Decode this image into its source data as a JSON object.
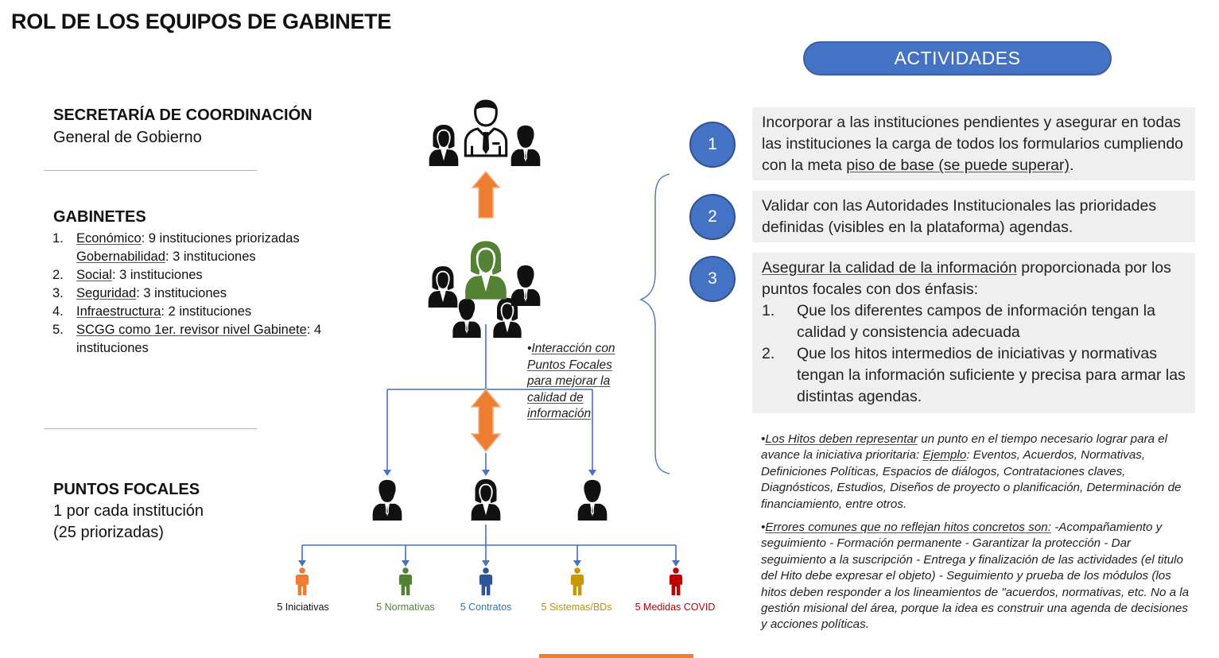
{
  "title": "ROL DE LOS EQUIPOS DE GABINETE",
  "secretaria": {
    "heading": "SECRETARÍA DE COORDINACIÓN",
    "subheading": "General de Gobierno"
  },
  "gabinetes": {
    "heading": "GABINETES",
    "items": [
      {
        "num": "1.",
        "link": "Económico",
        "rest": ": 9 instituciones priorizadas"
      },
      {
        "num": "",
        "link": "Gobernabilidad",
        "rest": ": 3 instituciones"
      },
      {
        "num": "2.",
        "link": "Social",
        "rest": ": 3 instituciones"
      },
      {
        "num": "3.",
        "link": "Seguridad",
        "rest": ": 3 instituciones"
      },
      {
        "num": "4.",
        "link": "Infraestructura",
        "rest": ": 2 instituciones"
      },
      {
        "num": "5.",
        "link": "SCGG como 1er. revisor nivel Gabinete",
        "rest": ": 4 instituciones"
      }
    ]
  },
  "puntos_focales": {
    "heading": "PUNTOS FOCALES",
    "line1": "1 por cada institución",
    "line2": "(25 priorizadas)"
  },
  "side_note": {
    "bullet": "•",
    "text": "Interacción con Puntos Focales para mejorar la calidad de información"
  },
  "legend": [
    {
      "label": "5 Iniciativas",
      "color": "#ed7d31",
      "text_color": "#222222"
    },
    {
      "label": "5 Normativas",
      "color": "#548235",
      "text_color": "#548235"
    },
    {
      "label": "5 Contratos",
      "color": "#2e5597",
      "text_color": "#2e75b6"
    },
    {
      "label": "5 Sistemas/BDs",
      "color": "#c99700",
      "text_color": "#bf9000"
    },
    {
      "label": "5 Medidas COVID",
      "color": "#c00000",
      "text_color": "#c00000"
    }
  ],
  "actividades": {
    "pill": "ACTIVIDADES",
    "items": [
      {
        "num": "1",
        "text_a": "Incorporar a las instituciones pendientes y asegurar en todas las instituciones la carga de todos los formularios cumpliendo con la meta ",
        "text_u": "piso de base (se puede superar)",
        "text_b": "."
      },
      {
        "num": "2",
        "text": "Validar con las Autoridades Institucionales las prioridades definidas (visibles en la plataforma) agendas."
      },
      {
        "num": "3",
        "text_u": "Asegurar la calidad de la información",
        "text_b": " proporcionada por los puntos focales con dos énfasis:",
        "subitems": [
          {
            "num": "1.",
            "text": "Que los diferentes campos de información tengan la calidad y consistencia adecuada"
          },
          {
            "num": "2.",
            "text": "Que los hitos intermedios de iniciativas y normativas tengan la información suficiente y precisa para armar las distintas agendas."
          }
        ]
      }
    ]
  },
  "notes": {
    "hitos": {
      "bullet": "•",
      "u1": "Los Hitos deben representar",
      "t1": " un punto en el tiempo necesario lograr para el avance la iniciativa prioritaria: ",
      "u2": "Ejemplo",
      "t2": ": Eventos, Acuerdos, Normativas, Definiciones Políticas, Espacios de diálogos, Contrataciones claves, Diagnósticos, Estudios, Diseños de proyecto o planificación, Determinación de financiamiento, entre otros."
    },
    "errores": {
      "bullet": "•",
      "u1": "Errores comunes que no reflejan hitos concretos son:",
      "t1": " -Acompañamiento y seguimiento - Formación permanente - Garantizar la protección - Dar seguimiento a la suscripción - Entrega y finalización de las actividades (el titulo del Hito debe expresar el objeto) - Seguimiento y prueba de los módulos (los hitos deben responder a los lineamientos de \"acuerdos, normativas, etc. No a la gestión misional del área, porque la idea es construir una agenda de decisiones y acciones políticas."
    }
  }
}
